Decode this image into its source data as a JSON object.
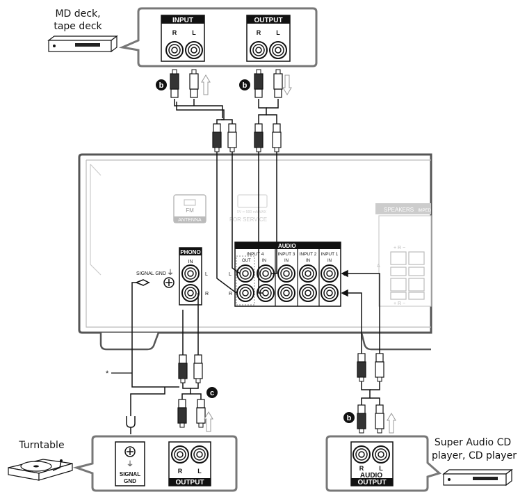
{
  "devices": {
    "md_deck": {
      "name_line1": "MD deck,",
      "name_line2": "tape deck"
    },
    "turntable": {
      "name": "Turntable"
    },
    "cd_player": {
      "name_line1": "Super Audio CD",
      "name_line2": "player, CD player"
    }
  },
  "md_panel": {
    "input_title": "INPUT",
    "output_title": "OUTPUT",
    "r": "R",
    "l": "L"
  },
  "receiver": {
    "fm_antenna_top": "FM",
    "fm_antenna": "ANTENNA",
    "service_ratings": "5V ⎓ 500 mA MAX",
    "for_service": "FOR SERVICE",
    "speakers": "SPEAKERS",
    "impedance": "IMPED",
    "phono": "PHONO",
    "phono_in": "IN",
    "signal_gnd": "SIGNAL GND",
    "audio": "AUDIO",
    "input4": "INPUT 4",
    "out": "OUT",
    "input3": "INPUT 3",
    "input2": "INPUT 2",
    "input1": "INPUT 1",
    "in": "IN",
    "l": "L",
    "r": "R",
    "speaker_a": "A"
  },
  "turntable_panel": {
    "signal": "SIGNAL",
    "gnd": "GND",
    "r": "R",
    "l": "L",
    "output": "OUTPUT"
  },
  "cd_panel": {
    "r": "R",
    "l": "L",
    "audio": "AUDIO",
    "output": "OUTPUT"
  },
  "markers": {
    "b": "b",
    "c": "c",
    "asterisk": "*"
  }
}
